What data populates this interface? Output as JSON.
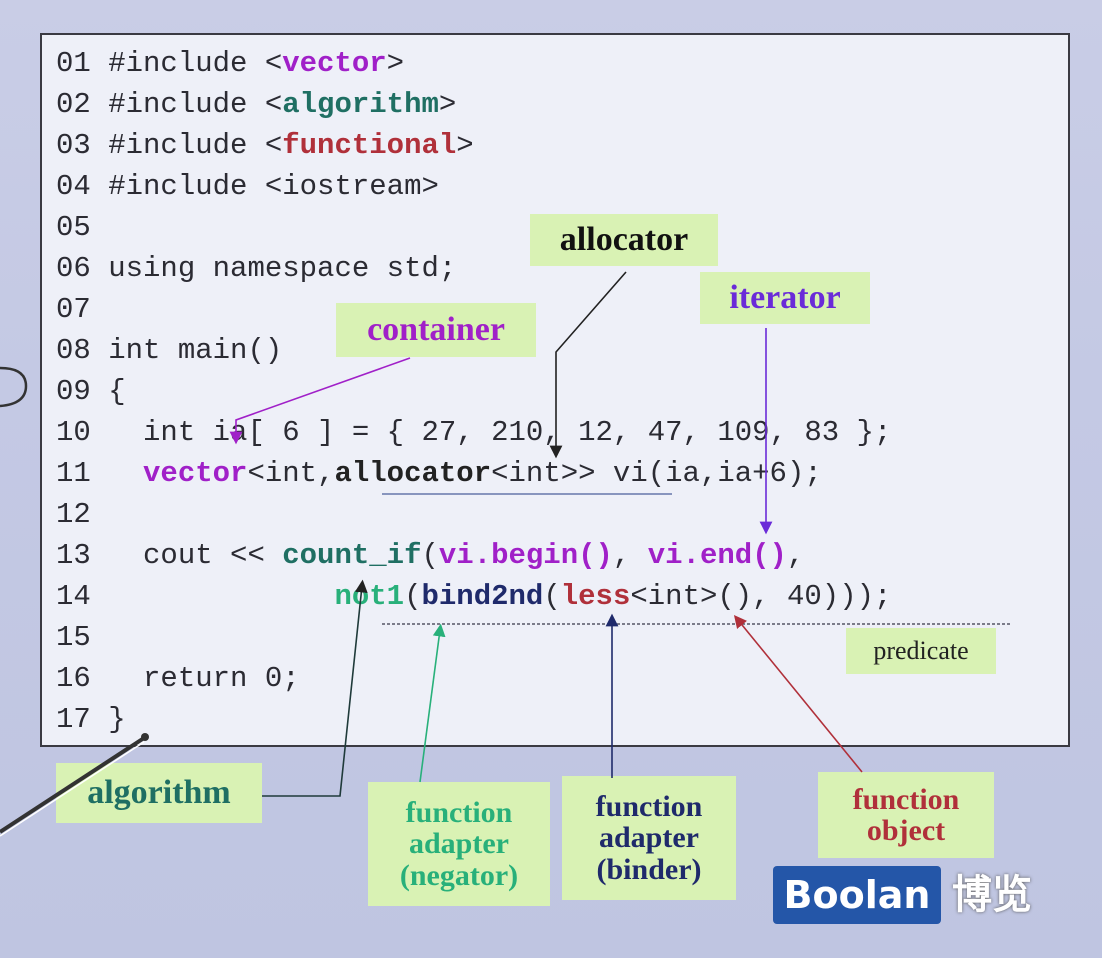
{
  "code": {
    "lines": [
      {
        "num": "01",
        "parts": [
          {
            "t": "#include <",
            "c": ""
          },
          {
            "t": "vector",
            "c": "t-purple"
          },
          {
            "t": ">",
            "c": ""
          }
        ]
      },
      {
        "num": "02",
        "parts": [
          {
            "t": "#include <",
            "c": ""
          },
          {
            "t": "algorithm",
            "c": "t-teal"
          },
          {
            "t": ">",
            "c": ""
          }
        ]
      },
      {
        "num": "03",
        "parts": [
          {
            "t": "#include <",
            "c": ""
          },
          {
            "t": "functional",
            "c": "t-red"
          },
          {
            "t": ">",
            "c": ""
          }
        ]
      },
      {
        "num": "04",
        "parts": [
          {
            "t": "#include <iostream>",
            "c": ""
          }
        ]
      },
      {
        "num": "05",
        "parts": []
      },
      {
        "num": "06",
        "parts": [
          {
            "t": "using namespace std;",
            "c": ""
          }
        ]
      },
      {
        "num": "07",
        "parts": []
      },
      {
        "num": "08",
        "parts": [
          {
            "t": "int main()",
            "c": ""
          }
        ]
      },
      {
        "num": "09",
        "parts": [
          {
            "t": "{",
            "c": ""
          }
        ]
      },
      {
        "num": "10",
        "parts": [
          {
            "t": "  int ia[ 6 ] = { 27, 210, 12, 47, 109, 83 };",
            "c": ""
          }
        ]
      },
      {
        "num": "11",
        "parts": [
          {
            "t": "  ",
            "c": ""
          },
          {
            "t": "vector",
            "c": "t-purple"
          },
          {
            "t": "<int,",
            "c": ""
          },
          {
            "t": "allocator",
            "c": "t-dark"
          },
          {
            "t": "<int>> vi(ia,ia+6);",
            "c": ""
          }
        ]
      },
      {
        "num": "12",
        "parts": []
      },
      {
        "num": "13",
        "parts": [
          {
            "t": "  cout << ",
            "c": ""
          },
          {
            "t": "count_if",
            "c": "t-teal"
          },
          {
            "t": "(",
            "c": ""
          },
          {
            "t": "vi.begin()",
            "c": "t-purple"
          },
          {
            "t": ", ",
            "c": ""
          },
          {
            "t": "vi.end()",
            "c": "t-purple"
          },
          {
            "t": ",",
            "c": ""
          }
        ]
      },
      {
        "num": "14",
        "parts": [
          {
            "t": "             ",
            "c": ""
          },
          {
            "t": "not1",
            "c": "t-green"
          },
          {
            "t": "(",
            "c": ""
          },
          {
            "t": "bind2nd",
            "c": "t-navy"
          },
          {
            "t": "(",
            "c": ""
          },
          {
            "t": "less",
            "c": "t-red"
          },
          {
            "t": "<int>(), 40)));",
            "c": ""
          }
        ]
      },
      {
        "num": "15",
        "parts": []
      },
      {
        "num": "16",
        "parts": [
          {
            "t": "  return 0;",
            "c": ""
          }
        ]
      },
      {
        "num": "17",
        "parts": [
          {
            "t": "}",
            "c": ""
          }
        ]
      }
    ]
  },
  "labels": {
    "allocator": "allocator",
    "iterator": "iterator",
    "container": "container",
    "predicate": "predicate",
    "algorithm": "algorithm",
    "function_adapter_negator": [
      "function",
      "adapter",
      "(negator)"
    ],
    "function_adapter_binder": [
      "function",
      "adapter",
      "(binder)"
    ],
    "function_object": [
      "function",
      "object"
    ]
  },
  "colors": {
    "allocator": "#111111",
    "iterator": "#6a2bd8",
    "container": "#a020c8",
    "predicate": "#222222",
    "algorithm": "#1f6f63",
    "function_adapter_negator": "#28b07a",
    "function_adapter_binder": "#1f2a6b",
    "function_object": "#b0303a"
  },
  "logo": {
    "text": "Boolan",
    "cn": "博览"
  }
}
